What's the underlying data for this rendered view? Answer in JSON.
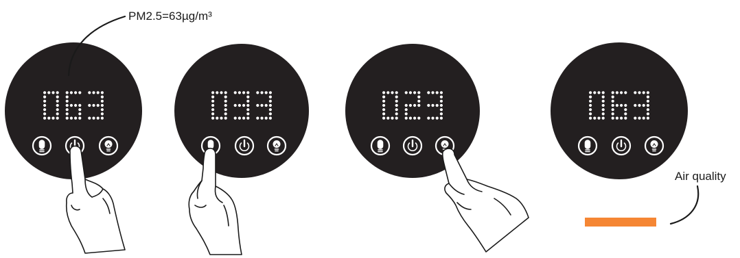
{
  "annotations": {
    "pm_label": "PM2.5=63µg/m³",
    "air_quality_label": "Air quality"
  },
  "panels": [
    {
      "reading": "063",
      "buttons": [
        "lock-icon",
        "power-icon",
        "bulb-icon"
      ],
      "pressed": "power"
    },
    {
      "reading": "033",
      "buttons": [
        "lock-icon",
        "power-icon",
        "bulb-icon"
      ],
      "pressed": "lock"
    },
    {
      "reading": "023",
      "buttons": [
        "lock-icon",
        "power-icon",
        "bulb-icon"
      ],
      "pressed": "bulb"
    },
    {
      "reading": "063",
      "buttons": [
        "lock-icon",
        "power-icon",
        "bulb-icon"
      ],
      "pressed": "none"
    }
  ],
  "colors": {
    "panel": "#231f20",
    "led": "#ffffff",
    "air_quality_bar": "#f58634",
    "line": "#1a1a1a"
  }
}
